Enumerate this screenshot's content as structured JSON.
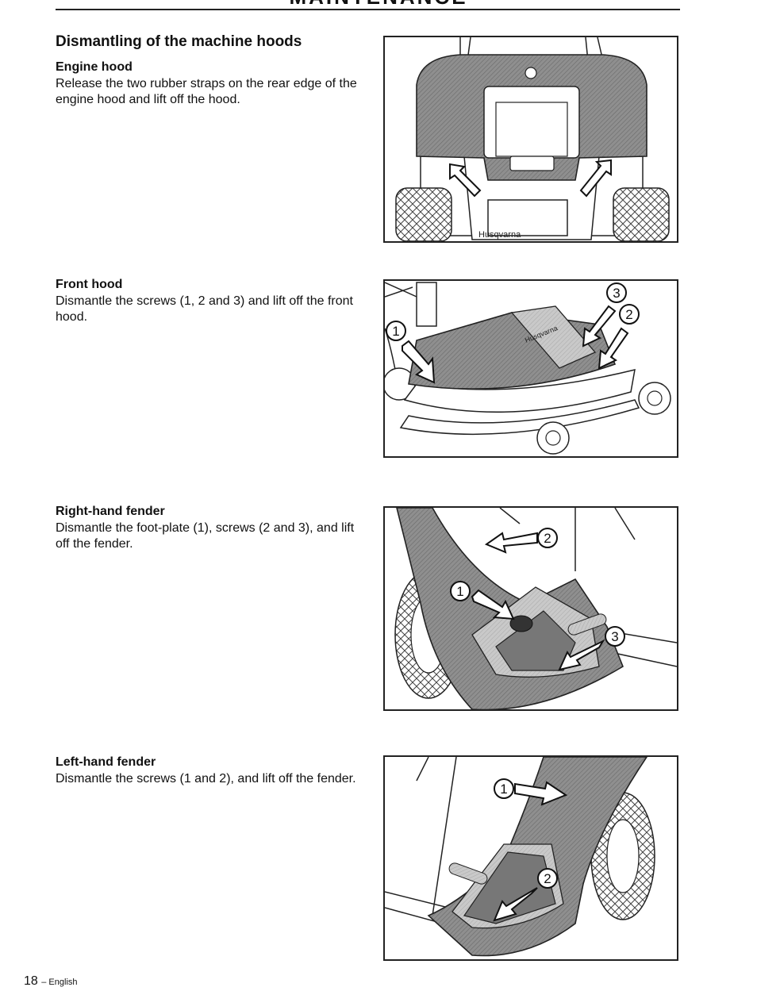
{
  "header": {
    "title": "MAINTENANCE"
  },
  "section": {
    "title": "Dismantling of the machine hoods"
  },
  "engine_hood": {
    "title": "Engine hood",
    "text": "Release the two rubber straps on the rear edge of the engine hood and lift off the hood.",
    "brand": "Husqvarna"
  },
  "front_hood": {
    "title": "Front hood",
    "text": "Dismantle the screws (1, 2 and 3) and lift off the front hood.",
    "brand": "Husqvarna",
    "callouts": [
      "1",
      "2",
      "3"
    ]
  },
  "right_fender": {
    "title": "Right-hand fender",
    "text": "Dismantle the foot-plate (1), screws (2 and 3), and lift off the fender.",
    "callouts": [
      "1",
      "2",
      "3"
    ]
  },
  "left_fender": {
    "title": "Left-hand fender",
    "text": "Dismantle the screws (1 and 2), and lift off the fender.",
    "callouts": [
      "1",
      "2"
    ]
  },
  "footer": {
    "page": "18",
    "language": "– English"
  }
}
